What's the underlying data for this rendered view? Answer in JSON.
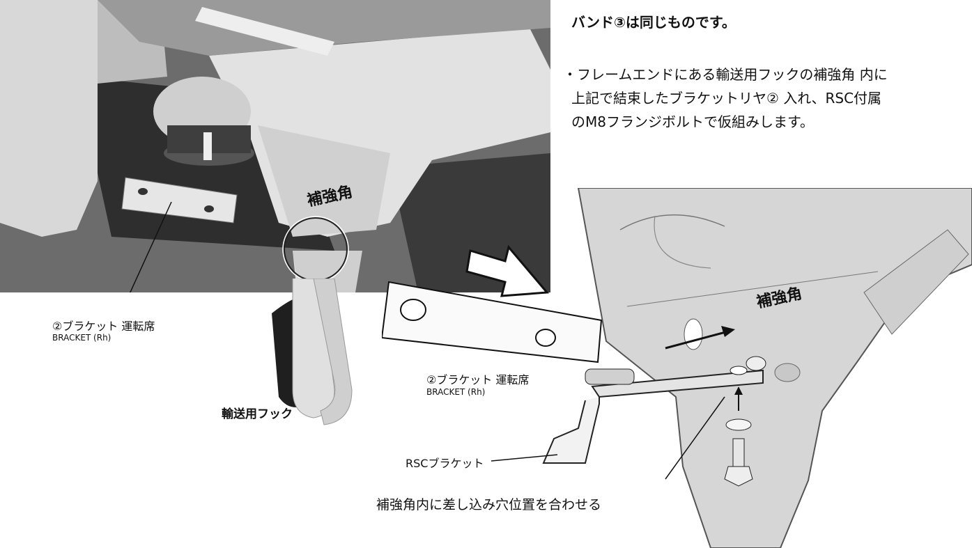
{
  "header_partial": "バンド③は同じものです。",
  "instructions": [
    "・フレームエンドにある輸送用フックの補強角 内に",
    "上記で結束したブラケットリヤ② 入れ、RSC付属",
    "のM8フランジボルトで仮組みします。"
  ],
  "photo": {
    "label_reinforcement": "補強角",
    "label_bracket": "②ブラケット 運転席",
    "label_bracket_en": "BRACKET (Rh)",
    "label_hook": "輸送用フック"
  },
  "diagram": {
    "label_reinforcement": "補強角",
    "label_bracket": "②ブラケット 運転席",
    "label_bracket_en": "BRACKET (Rh)",
    "label_rsc": "RSCブラケット",
    "label_align": "補強角内に差し込み穴位置を合わせる"
  }
}
